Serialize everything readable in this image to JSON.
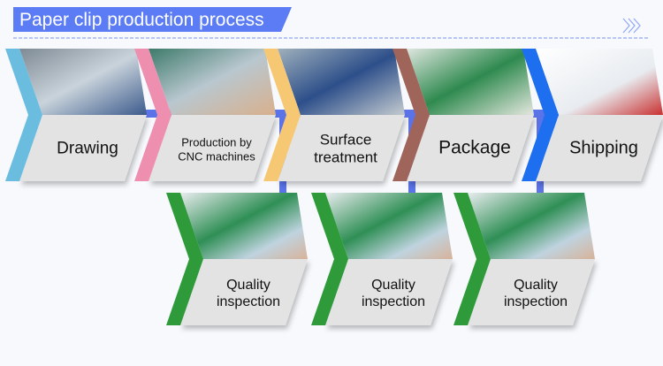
{
  "header": {
    "title": "Paper clip production process",
    "more_icon": "double-chevron-right-icon",
    "accent_color": "#5b7cf5"
  },
  "steps": [
    {
      "lines": [
        "Drawing"
      ],
      "band_color": "#6bbde0"
    },
    {
      "lines": [
        "Production by",
        "CNC machines"
      ],
      "band_color": "#ee8fb0"
    },
    {
      "lines": [
        "Surface",
        "treatment"
      ],
      "band_color": "#f7c873"
    },
    {
      "lines": [
        "Package"
      ],
      "band_color": "#a0655a"
    },
    {
      "lines": [
        "Shipping"
      ],
      "band_color": "#1e6ef0"
    }
  ],
  "inspections": [
    {
      "lines": [
        "Quality",
        "inspection"
      ],
      "band_color": "#2e9a3a"
    },
    {
      "lines": [
        "Quality",
        "inspection"
      ],
      "band_color": "#2e9a3a"
    },
    {
      "lines": [
        "Quality",
        "inspection"
      ],
      "band_color": "#2e9a3a"
    }
  ],
  "connector_color": "#5b73e8"
}
